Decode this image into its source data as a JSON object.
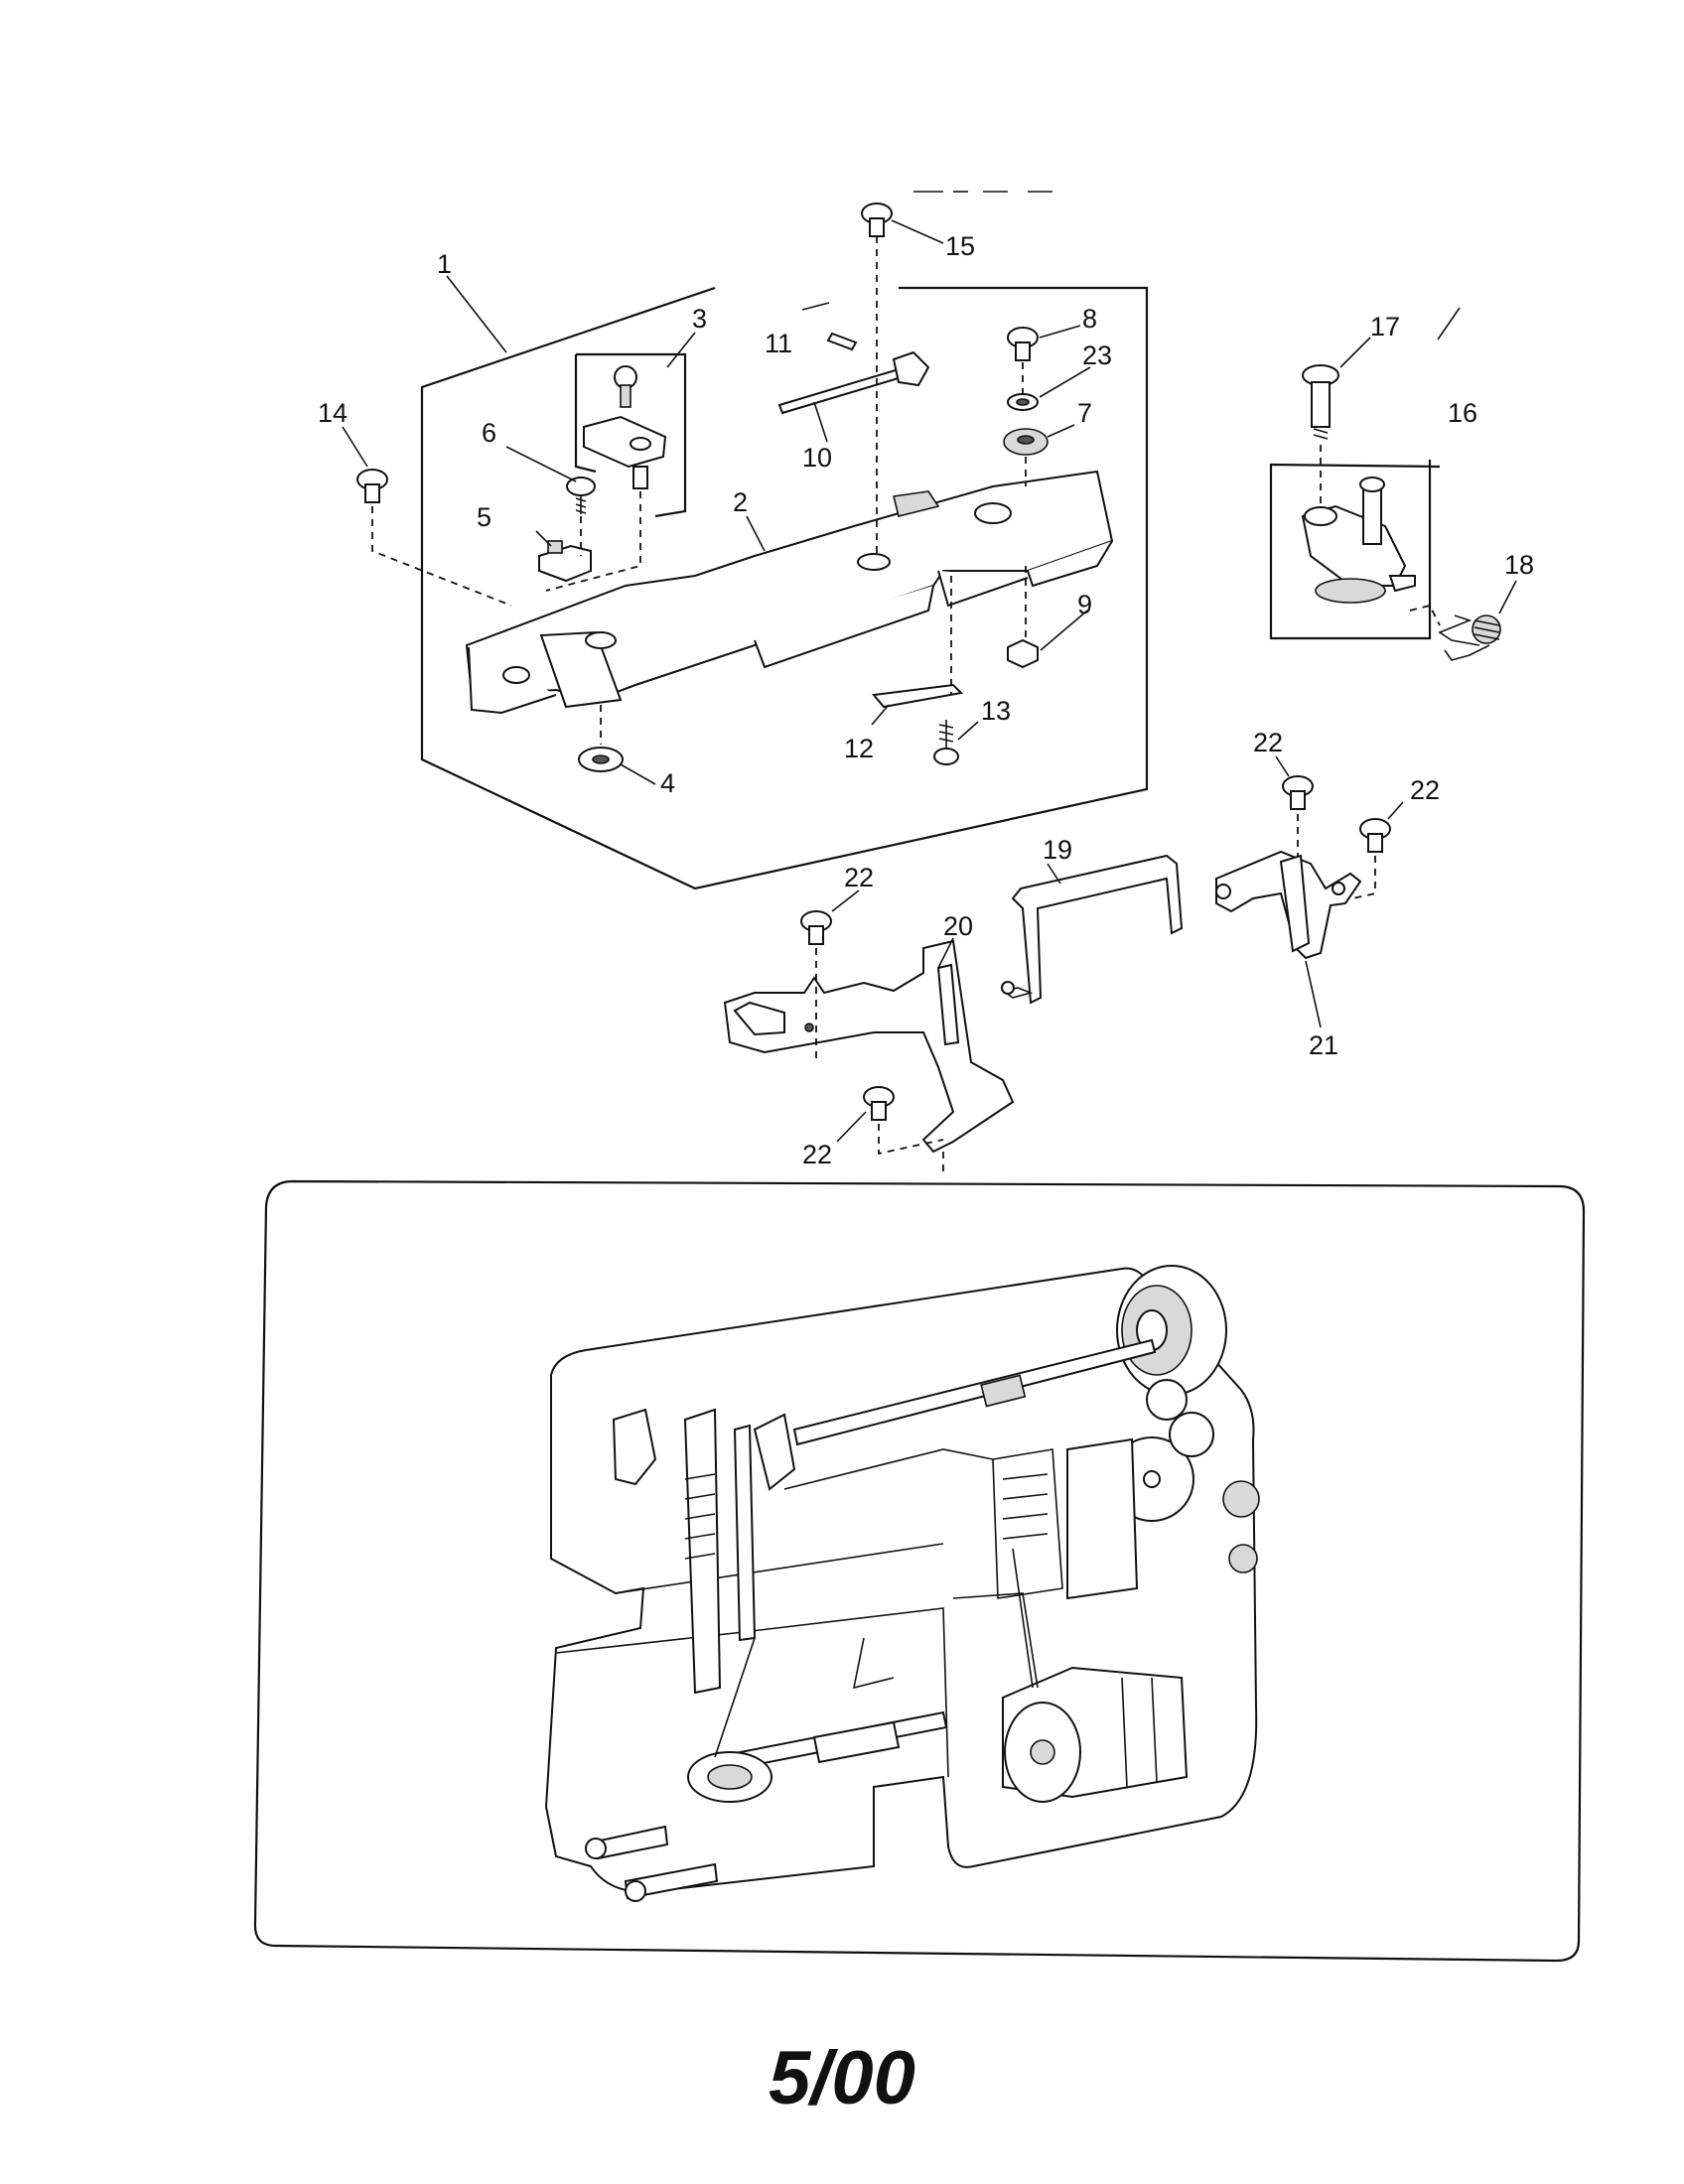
{
  "callouts": {
    "c1": "1",
    "c2": "2",
    "c3": "3",
    "c4": "4",
    "c5": "5",
    "c6": "6",
    "c7": "7",
    "c8": "8",
    "c9": "9",
    "c10": "10",
    "c11": "11",
    "c12": "12",
    "c13": "13",
    "c14": "14",
    "c15": "15",
    "c16": "16",
    "c17": "17",
    "c18": "18",
    "c19": "19",
    "c20": "20",
    "c21": "21",
    "c22a": "22",
    "c22b": "22",
    "c22c": "22",
    "c22d": "22",
    "c23": "23"
  },
  "footer": {
    "page_label": "5/00"
  }
}
